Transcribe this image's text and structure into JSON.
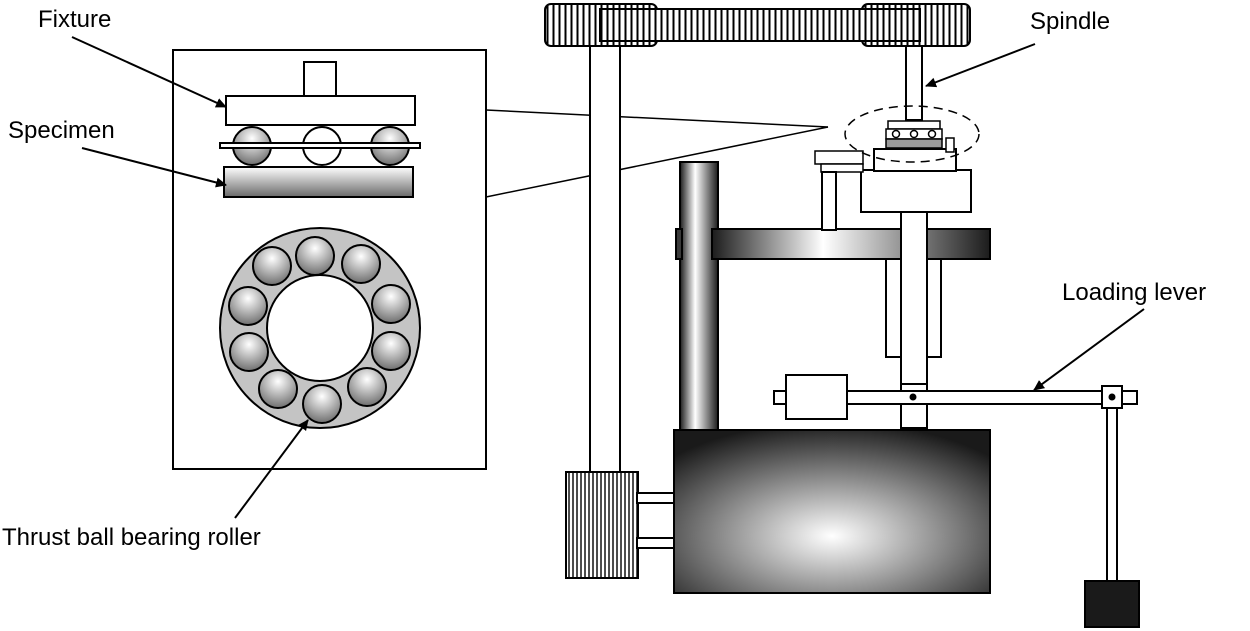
{
  "labels": {
    "fixture": "Fixture",
    "specimen": "Specimen",
    "thrust_bearing": "Thrust ball bearing roller",
    "spindle": "Spindle",
    "loading_lever": "Loading lever"
  },
  "colors": {
    "line": "#000000",
    "background": "#ffffff",
    "metal_dark": "#111111",
    "metal_light": "#ffffff",
    "ring_gray": "#c4c4c4",
    "weight": "#1a1a1a"
  }
}
